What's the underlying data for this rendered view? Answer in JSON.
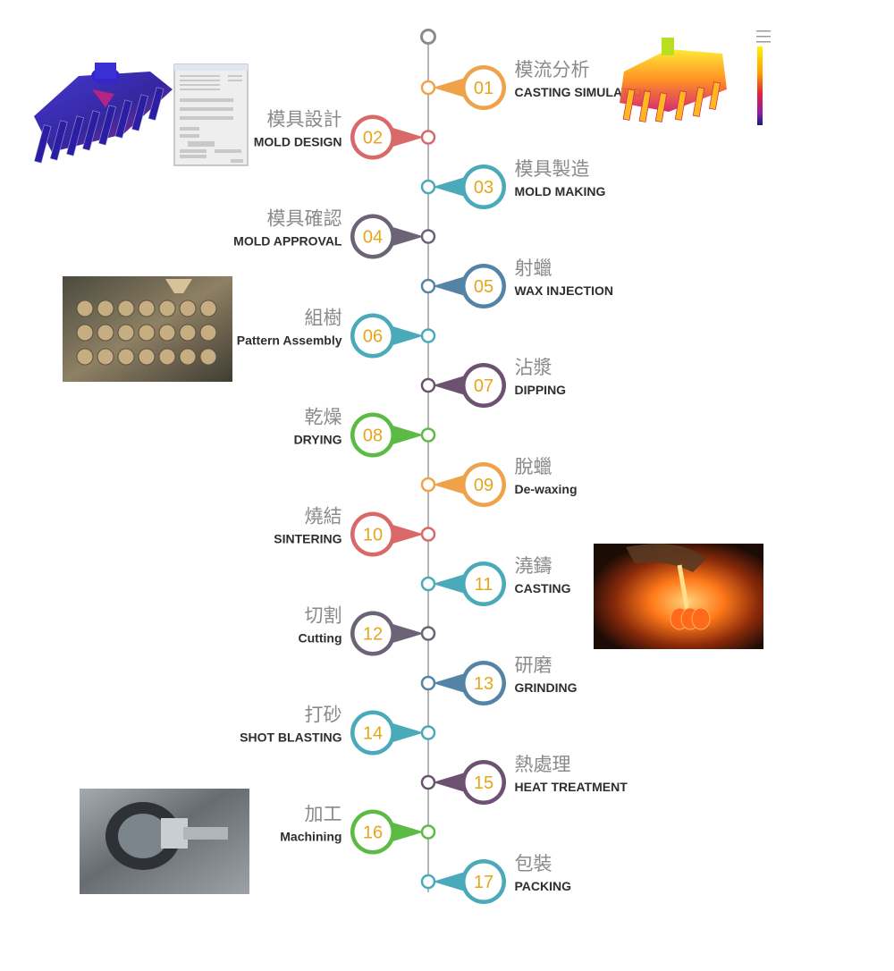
{
  "colors": {
    "orange": "#f0a24a",
    "red": "#d96868",
    "teal": "#4aaab9",
    "slate_purple": "#6c6377",
    "steel_blue": "#5484a5",
    "plum": "#6c5170",
    "green": "#5cbb45",
    "line": "#b5b5b5",
    "number": "#e7a51b"
  },
  "steps": [
    {
      "num": "01",
      "zh": "模流分析",
      "en": "CASTING SIMULATION",
      "side": "right",
      "color": "#f0a24a"
    },
    {
      "num": "02",
      "zh": "模具設計",
      "en": "MOLD DESIGN",
      "side": "left",
      "color": "#d96868"
    },
    {
      "num": "03",
      "zh": "模具製造",
      "en": "MOLD MAKING",
      "side": "right",
      "color": "#4aaab9"
    },
    {
      "num": "04",
      "zh": "模具確認",
      "en": "MOLD APPROVAL",
      "side": "left",
      "color": "#6c6377"
    },
    {
      "num": "05",
      "zh": "射蠟",
      "en": "WAX INJECTION",
      "side": "right",
      "color": "#5484a5"
    },
    {
      "num": "06",
      "zh": "組樹",
      "en": "Pattern Assembly",
      "side": "left",
      "color": "#4aaab9"
    },
    {
      "num": "07",
      "zh": "沾漿",
      "en": "DIPPING",
      "side": "right",
      "color": "#6c5170"
    },
    {
      "num": "08",
      "zh": "乾燥",
      "en": "DRYING",
      "side": "left",
      "color": "#5cbb45"
    },
    {
      "num": "09",
      "zh": "脫蠟",
      "en": "De-waxing",
      "side": "right",
      "color": "#f0a24a"
    },
    {
      "num": "10",
      "zh": "燒結",
      "en": "SINTERING",
      "side": "left",
      "color": "#d96868"
    },
    {
      "num": "11",
      "zh": "澆鑄",
      "en": "CASTING",
      "side": "right",
      "color": "#4aaab9"
    },
    {
      "num": "12",
      "zh": "切割",
      "en": "Cutting",
      "side": "left",
      "color": "#6c6377"
    },
    {
      "num": "13",
      "zh": "研磨",
      "en": "GRINDING",
      "side": "right",
      "color": "#5484a5"
    },
    {
      "num": "14",
      "zh": "打砂",
      "en": "SHOT BLASTING",
      "side": "left",
      "color": "#4aaab9"
    },
    {
      "num": "15",
      "zh": "熱處理",
      "en": "HEAT TREATMENT",
      "side": "right",
      "color": "#6c5170"
    },
    {
      "num": "16",
      "zh": "加工",
      "en": "Machining",
      "side": "left",
      "color": "#5cbb45"
    },
    {
      "num": "17",
      "zh": "包裝",
      "en": "PACKING",
      "side": "right",
      "color": "#4aaab9"
    }
  ]
}
